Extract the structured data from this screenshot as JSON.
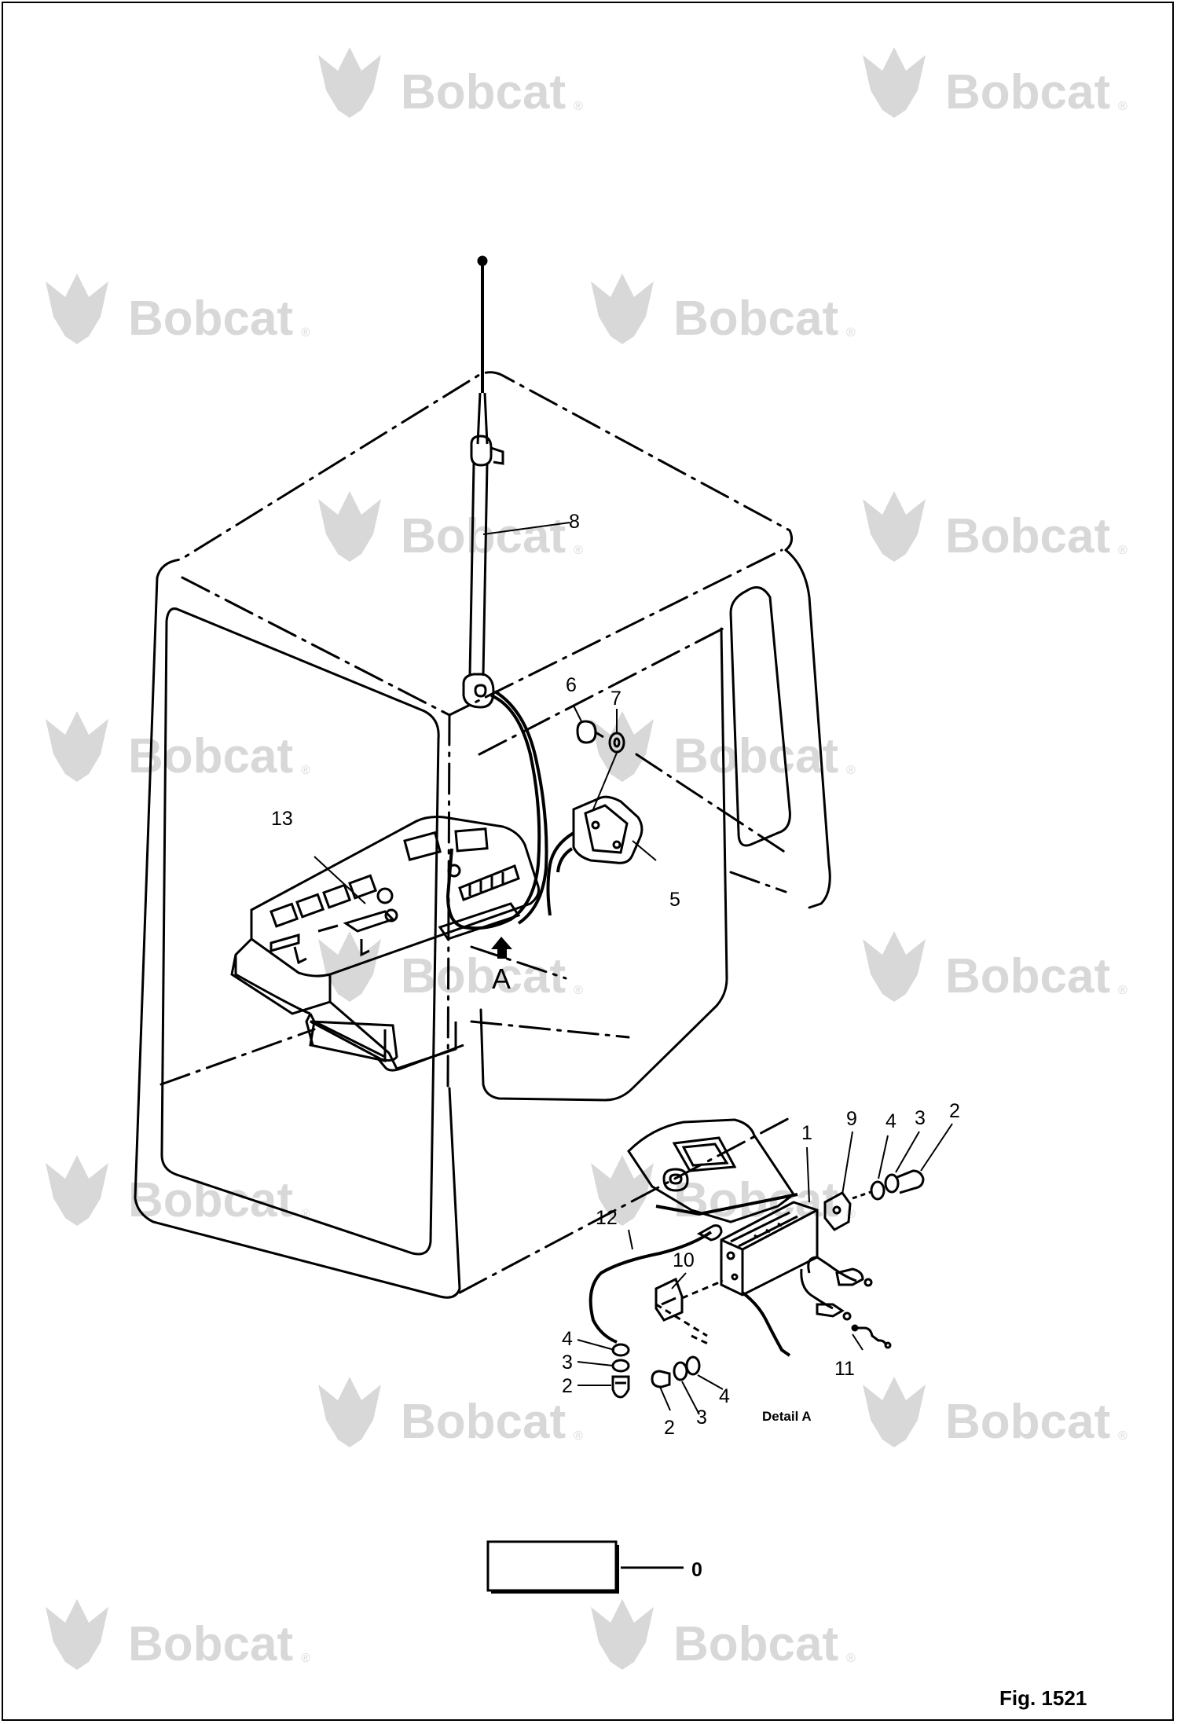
{
  "watermark": {
    "brand": "Bobcat",
    "reg": "®"
  },
  "diagram": {
    "callouts": {
      "c1": "1",
      "c2a": "2",
      "c2b": "2",
      "c2c": "2",
      "c3a": "3",
      "c3b": "3",
      "c3c": "3",
      "c4a": "4",
      "c4b": "4",
      "c4c": "4",
      "c5": "5",
      "c6": "6",
      "c7": "7",
      "c8": "8",
      "c9": "9",
      "c10": "10",
      "c11": "11",
      "c12": "12",
      "c13": "13",
      "c0": "0"
    },
    "view_marker": "A",
    "detail_label": "Detail A",
    "figure_label": "Fig. 1521"
  }
}
